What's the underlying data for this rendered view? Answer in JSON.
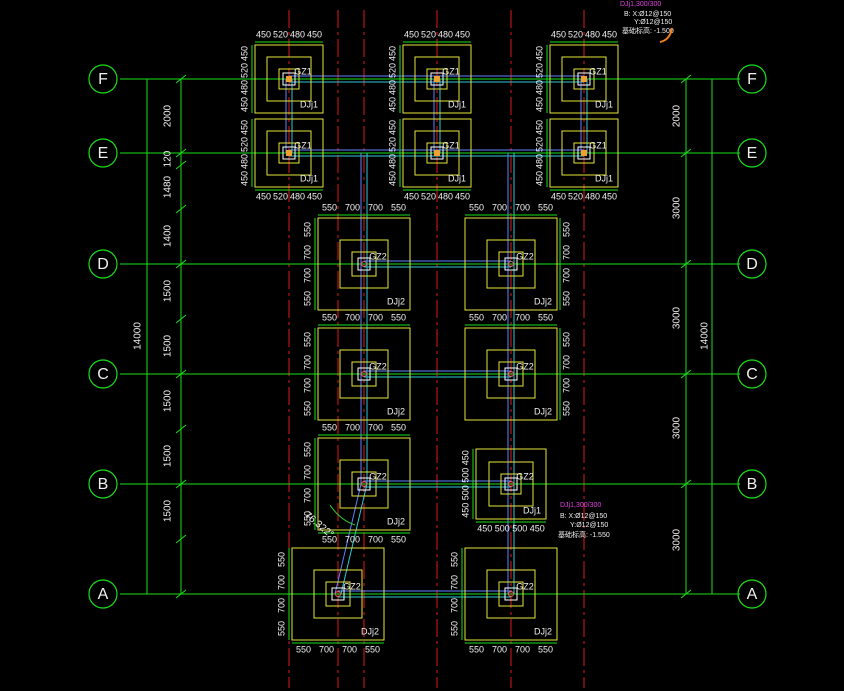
{
  "axes": {
    "horizontal": [
      "F",
      "E",
      "D",
      "C",
      "B",
      "A"
    ],
    "left_dims": [
      "2000",
      "120",
      "1480",
      "1400",
      "1500",
      "1500",
      "1500",
      "1500",
      "1500"
    ],
    "left_total": "14000",
    "right_dims": [
      "2000",
      "3000",
      "3000",
      "3000",
      "3000"
    ],
    "right_total": "14000"
  },
  "footings": {
    "dj1_label": "DJj1",
    "dj2_label": "DJj2",
    "col_label": "GZ1",
    "col2_label": "GZ2",
    "dj1_dims": [
      "450",
      "520",
      "480",
      "450"
    ],
    "dj2_dims": [
      "550",
      "700",
      "700",
      "550"
    ],
    "dj1b_dims": [
      "450",
      "500",
      "500",
      "450"
    ]
  },
  "notes": {
    "top": {
      "title": "DJj1,300/300",
      "line1": "B: X:Ø12@150",
      "line2": "Y:Ø12@150",
      "line3": "基础标高: -1.500"
    },
    "mid": {
      "title": "DJj1,300/300",
      "line1": "B: X:Ø12@150",
      "line2": "Y:Ø12@150",
      "line3": "基础标高: -1.550"
    }
  },
  "angle_label": "76.322°",
  "colors": {
    "grid": "#e01818",
    "dim": "#19e019",
    "footing": "#e6e63c",
    "column": "#ffffff",
    "text": "#f0f0f0",
    "note": "#e040e0",
    "beam": "#6080ff",
    "cyan": "#30c8d8"
  }
}
